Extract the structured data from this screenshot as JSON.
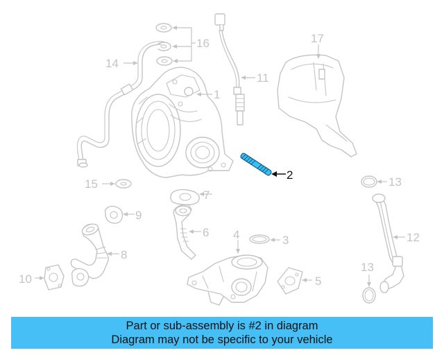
{
  "diagram": {
    "callouts": [
      "1",
      "2",
      "3",
      "4",
      "5",
      "6",
      "7",
      "8",
      "9",
      "10",
      "11",
      "12",
      "13",
      "13",
      "14",
      "15",
      "16",
      "17"
    ],
    "highlighted_part": "2",
    "highlight_color": "#45bff5",
    "line_color": "#c4c4c4"
  },
  "banner": {
    "line1": "Part or sub-assembly is #2 in diagram",
    "line2": "Diagram may not be specific to your vehicle",
    "background": "#45bff5"
  }
}
